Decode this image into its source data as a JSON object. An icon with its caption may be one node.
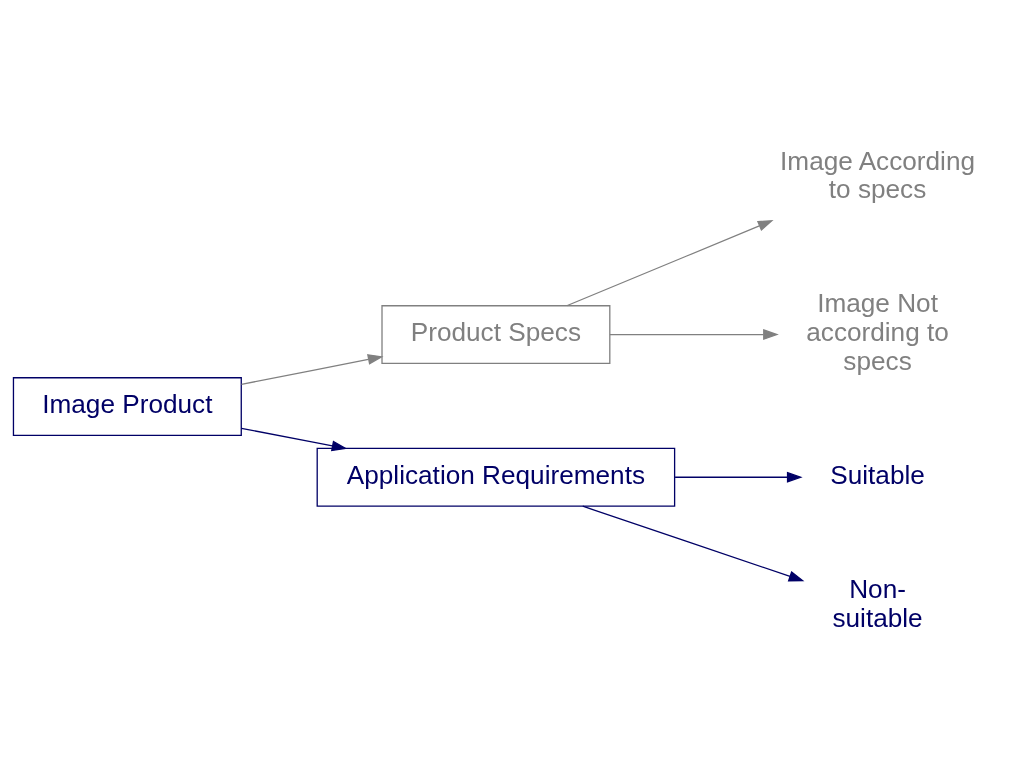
{
  "diagram": {
    "nodes": [
      {
        "text": [
          "Image Product"
        ]
      },
      {
        "text": [
          "Product Specs"
        ]
      },
      {
        "text": [
          "Image According to specs"
        ]
      },
      {
        "text": [
          "Image Not according to specs"
        ]
      },
      {
        "text": [
          "Application Requirements"
        ]
      },
      {
        "text": [
          "Suitable"
        ]
      },
      {
        "text": [
          "Non-suitable"
        ]
      }
    ],
    "edges": [
      {
        "from": 0,
        "to": 1,
        "arrow": "to",
        "color": "#808080"
      },
      {
        "from": 1,
        "to": 2,
        "arrow": "to",
        "color": "#808080"
      },
      {
        "from": 1,
        "to": 3,
        "arrow": "to",
        "color": "#808080"
      },
      {
        "from": 0,
        "to": 4,
        "arrow": "to",
        "color": "#000066"
      },
      {
        "from": 4,
        "to": 5,
        "arrow": "to",
        "color": "#000066"
      },
      {
        "from": 4,
        "to": 6,
        "arrow": "to",
        "color": "#000066"
      }
    ]
  }
}
